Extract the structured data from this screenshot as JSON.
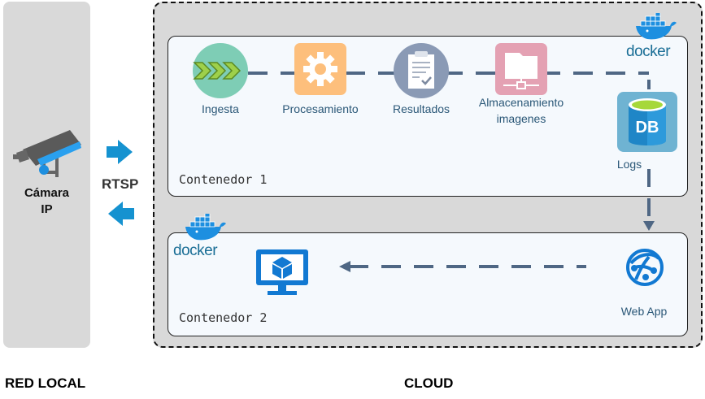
{
  "regions": {
    "local": {
      "label": "RED LOCAL"
    },
    "cloud": {
      "label": "CLOUD"
    }
  },
  "camera": {
    "label_line1": "Cámara",
    "label_line2": "IP",
    "icon": "security-camera-icon"
  },
  "protocol": {
    "label": "RTSP"
  },
  "container1": {
    "label": "Contenedor 1",
    "docker_label": "docker",
    "nodes": [
      {
        "label": "Ingesta",
        "icon": "chevrons-right-icon",
        "color": "#7ecdb5"
      },
      {
        "label": "Procesamiento",
        "icon": "gear-icon",
        "color": "#fdbf7c"
      },
      {
        "label": "Resultados",
        "icon": "clipboard-check-icon",
        "color": "#8a9ab5"
      },
      {
        "label_line1": "Almacenamiento",
        "label_line2": "imagenes",
        "icon": "folder-network-icon",
        "color": "#e4a1b3"
      },
      {
        "label": "Logs",
        "icon": "database-icon",
        "icon_text": "DB",
        "color": "#6fb3d2"
      }
    ]
  },
  "container2": {
    "label": "Contenedor 2",
    "docker_label": "docker",
    "nodes": [
      {
        "icon": "monitor-cube-icon",
        "color": "#1279d2"
      },
      {
        "label": "Web App",
        "icon": "web-app-globe-icon",
        "color": "#1279d2"
      }
    ]
  },
  "colors": {
    "connector": "#4f6784",
    "arrow_blue": "#1592d0",
    "docker_blue": "#1d8fe0"
  }
}
